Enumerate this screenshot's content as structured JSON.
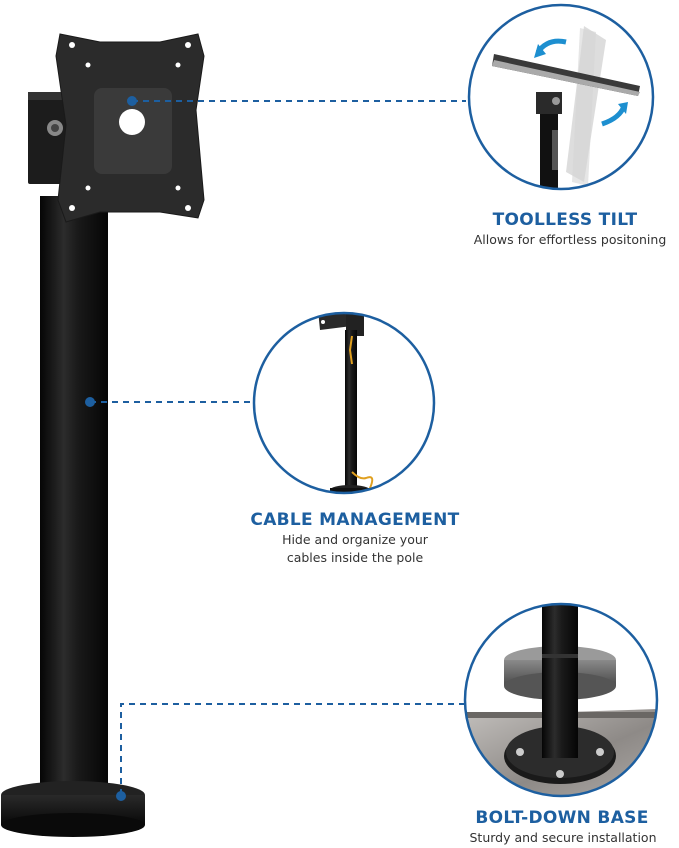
{
  "colors": {
    "accent": "#1d5fa0",
    "pole": "#141414",
    "plate": "#2a2a2a",
    "desc_text": "#333333"
  },
  "features": {
    "tilt": {
      "title": "TOOLLESS TILT",
      "description": "Allows for effortless positoning"
    },
    "cable": {
      "title": "CABLE MANAGEMENT",
      "line1": "Hide and organize your",
      "line2": "cables inside the pole"
    },
    "base": {
      "title": "BOLT-DOWN BASE",
      "description": "Sturdy and secure installation"
    }
  }
}
